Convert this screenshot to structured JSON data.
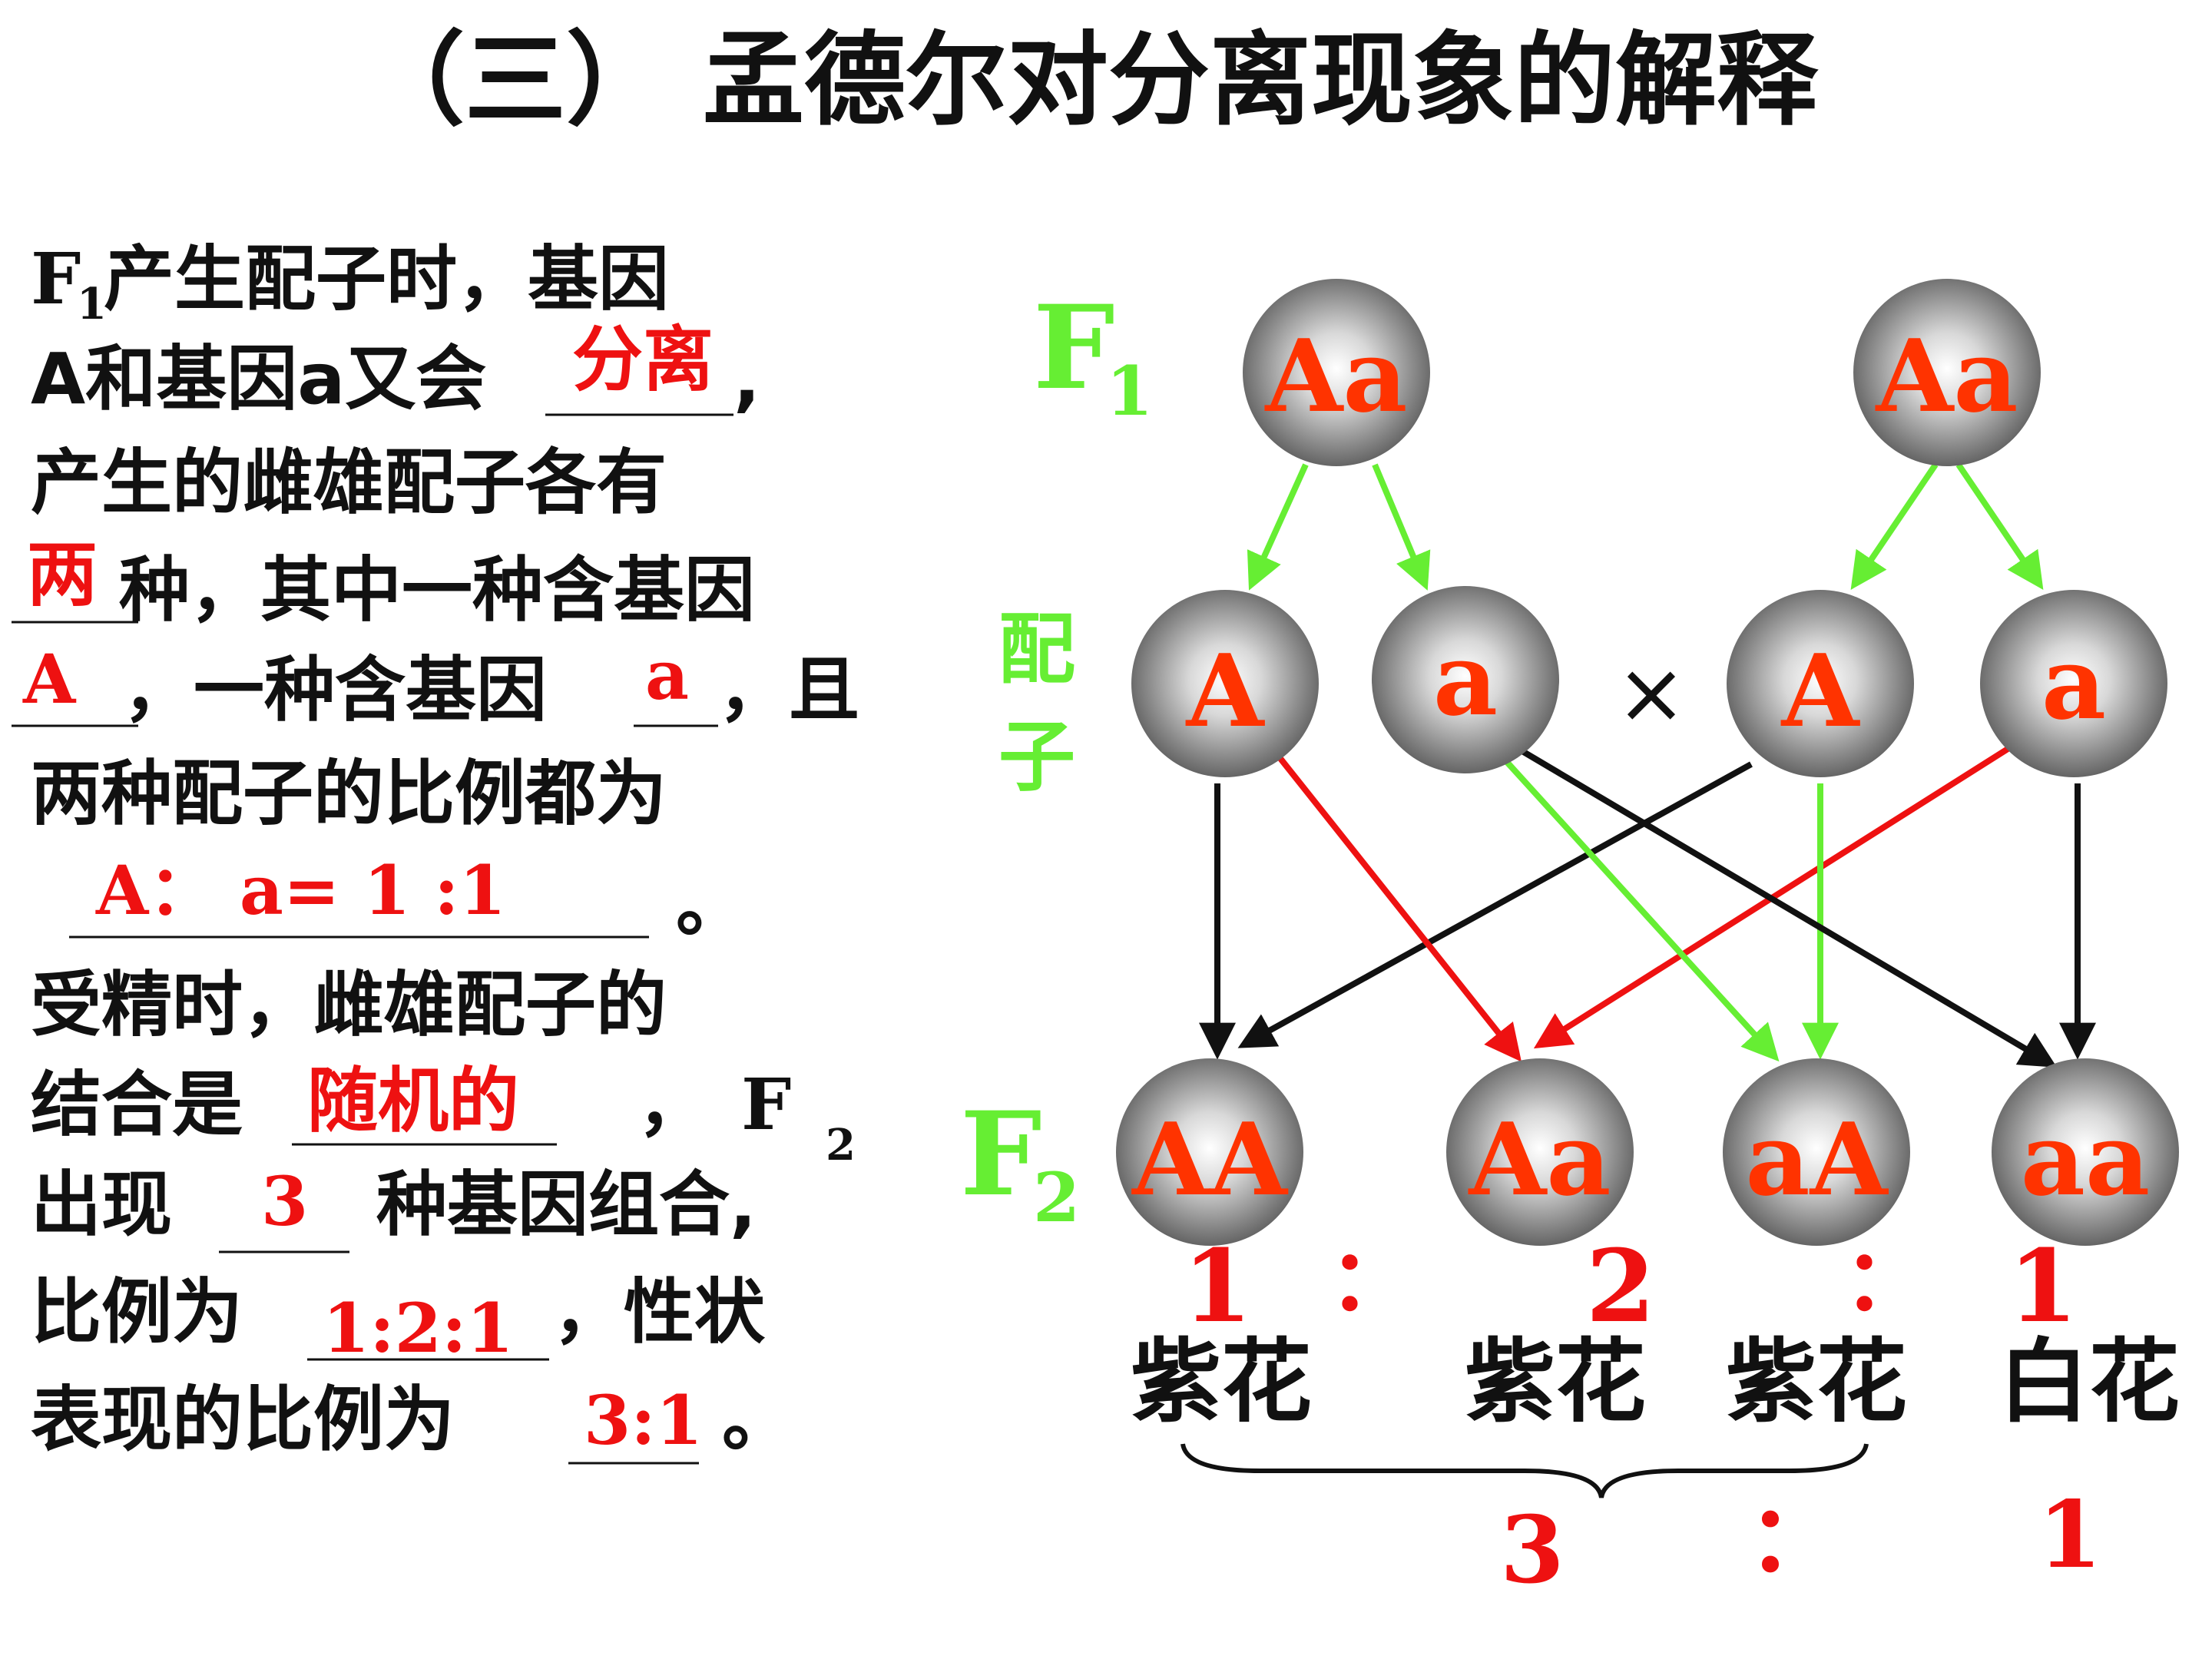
{
  "title": "（三） 孟德尔对分离现象的解释",
  "text": {
    "F": "F",
    "sub1": "1",
    "sub2": "2",
    "l1": "产生配子时，基因",
    "l2": "A和基因a又会",
    "l2_comma": ",",
    "l3": "产生的雌雄配子各有",
    "l4": "种，其中一种含基因",
    "l5a": "，一种含基因",
    "l5b": "，且",
    "l6": "两种配子的比例都为",
    "l7_end": "。",
    "l8": "受精时，雌雄配子的",
    "l9a": "结合是",
    "l9b": "，",
    "l10a": "出现",
    "l10b": "种基因组合,",
    "l11a": "比例为",
    "l11b": "，性状",
    "l12a": "表现的比例为",
    "l12b": "。"
  },
  "answers": {
    "separate": "分离",
    "two": "两",
    "A": "A",
    "a": "a",
    "ratio": "A： a= 1 :1",
    "random": "随机的",
    "three": "3",
    "ratio121": "1:2:1",
    "ratio31": "3:1"
  },
  "diagram": {
    "f1_label_main": "F",
    "f1_label_sub": "1",
    "gamete_label_1": "配",
    "gamete_label_2": "子",
    "f2_label_main": "F",
    "f2_label_sub": "2",
    "cross": "×",
    "parents": [
      "Aa",
      "Aa"
    ],
    "gametes": [
      "A",
      "a",
      "A",
      "a"
    ],
    "offspring": [
      "AA",
      "Aa",
      "aA",
      "aa"
    ],
    "ratio_nums": [
      "1",
      "：",
      "2",
      "：",
      "1"
    ],
    "phenotypes": [
      "紫花",
      "紫花",
      "紫花",
      "白花"
    ],
    "summary": [
      "3",
      "：",
      "1"
    ]
  },
  "colors": {
    "answer_red": "#ee1111",
    "green": "#66ee33",
    "allele_red": "#ff3300",
    "black": "#111111"
  }
}
